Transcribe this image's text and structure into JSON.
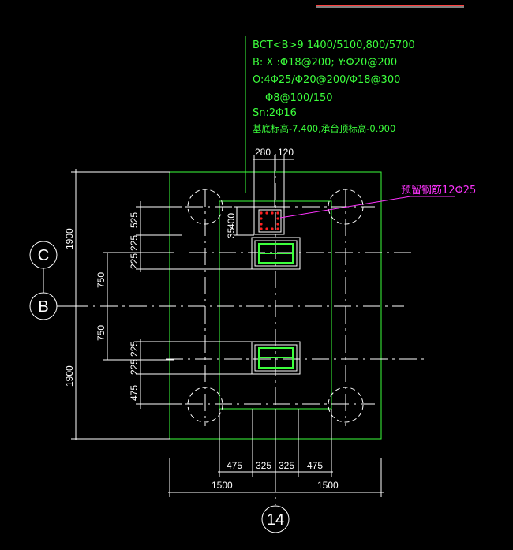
{
  "annotation": {
    "line1": "BCT<B>9 1400/5100,800/5700",
    "line2": "B: X :Φ18@200; Y:Φ20@200",
    "line3": "O:4Φ25/Φ20@200/Φ18@300",
    "line4": "Φ8@100/150",
    "line5": "Sn:2Φ16",
    "line6": "基底标高-7.400,承台顶标高-0.900"
  },
  "callout": {
    "text": "预留钢筋12Φ25"
  },
  "axes": {
    "c": "C",
    "b": "B",
    "col": "14"
  },
  "dims": {
    "top_280": "280",
    "top_120": "120",
    "col_400": "400",
    "col_35": "35",
    "left_1900_top": "1900",
    "left_750_top": "750",
    "left_750_bot": "750",
    "left_1900_bot": "1900",
    "l2_525": "525",
    "l2_225_a": "225",
    "l2_225_b": "225",
    "l2_225_c": "225",
    "l2_225_d": "225",
    "l2_475": "475",
    "bot_475_l": "475",
    "bot_325_l": "325",
    "bot_325_r": "325",
    "bot_475_r": "475",
    "bot_1500_l": "1500",
    "bot_1500_r": "1500"
  },
  "colors": {
    "outline": "#3cff3c",
    "dimension": "#ffffff",
    "callout": "#ff33ff",
    "rebar": "#ff2020",
    "titlebar": "#ff4040"
  }
}
